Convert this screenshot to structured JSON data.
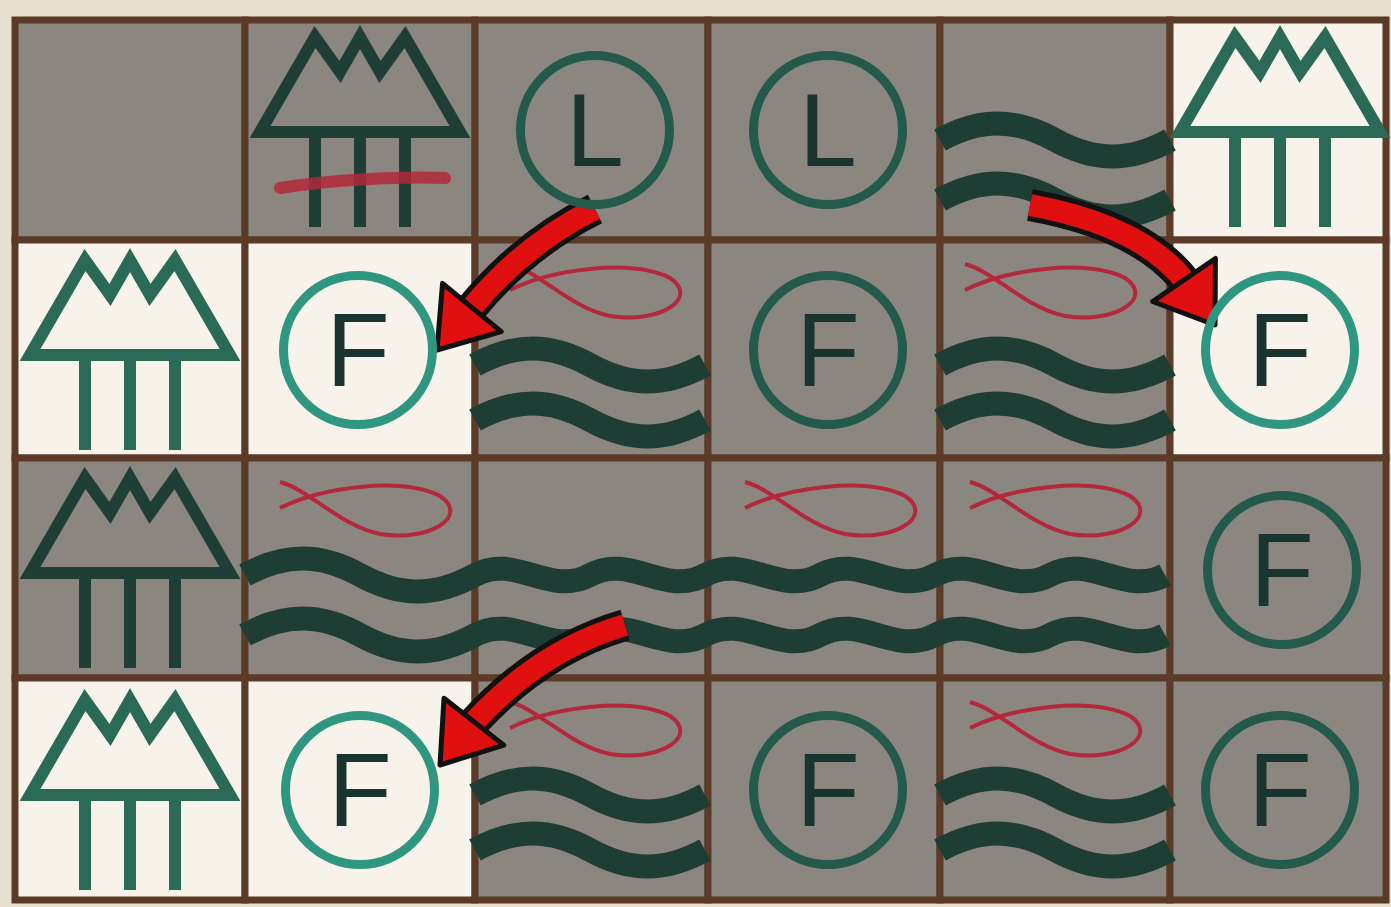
{
  "diagram": {
    "nodes": [
      {
        "text": [
          "L"
        ]
      },
      {
        "text": [
          "L"
        ]
      },
      {
        "text": [
          "F"
        ]
      },
      {
        "text": [
          "F"
        ]
      },
      {
        "text": [
          "F"
        ]
      },
      {
        "text": [
          "F"
        ]
      },
      {
        "text": [
          "F"
        ]
      },
      {
        "text": [
          "F"
        ]
      },
      {
        "text": [
          "F"
        ]
      }
    ],
    "edges": [
      {
        "from": 0,
        "to": 2,
        "arrow": "to"
      }
    ]
  }
}
